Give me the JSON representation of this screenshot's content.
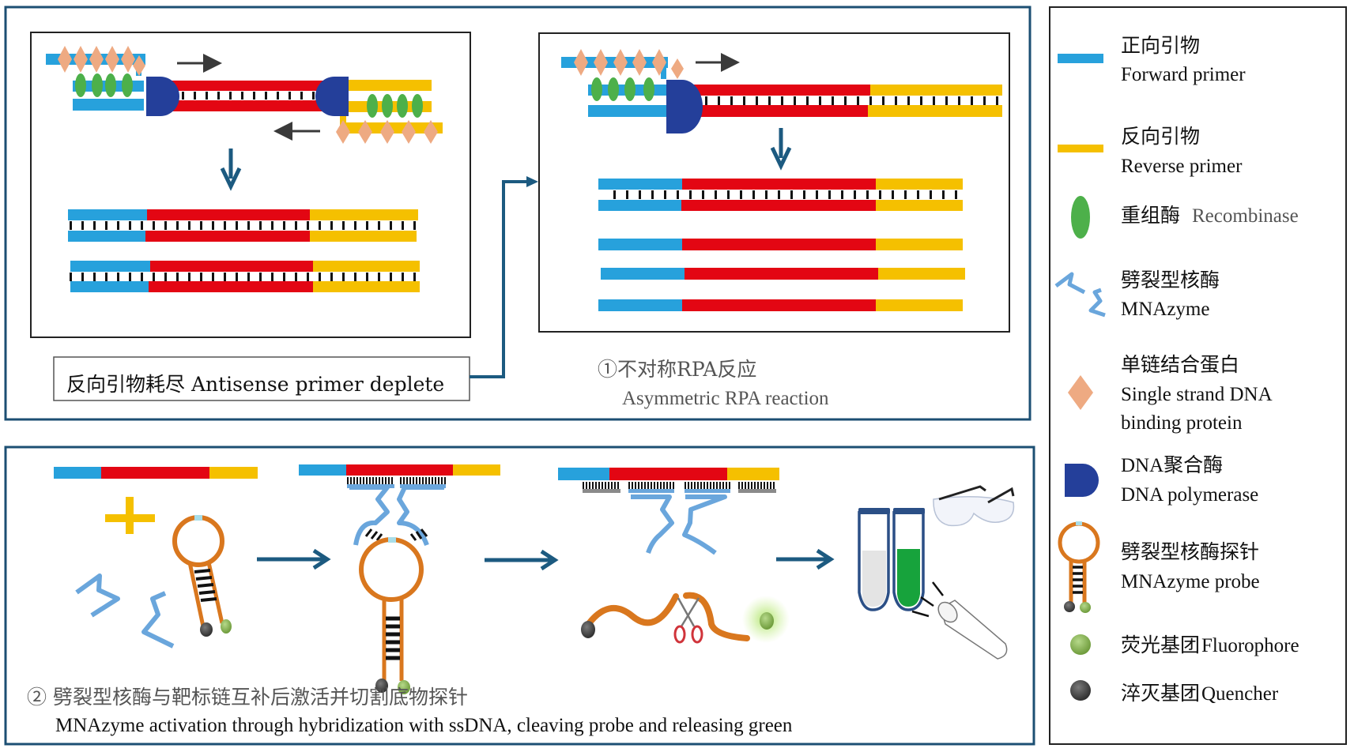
{
  "colors": {
    "frame": "#1c4f73",
    "forward_primer": "#27a1dc",
    "reverse_primer": "#f5c000",
    "target": "#e30613",
    "recombinase": "#4db04a",
    "ssb": "#eeaa82",
    "polymerase": "#243f9a",
    "mnazyme": "#6aa6dc",
    "probe": "#d9771e",
    "fluorophore": "#8cbd55",
    "quencher": "#4d4d4d",
    "arrow": "#1c5a80",
    "green_tube": "#17a33c"
  },
  "panel1": {
    "depletion_label": "反向引物耗尽 Antisense primer deplete",
    "step_title_cn": "①不对称RPA反应",
    "step_title_en": "Asymmetric RPA reaction"
  },
  "panel2": {
    "step_title_cn": "② 劈裂型核酶与靶标链互补后激活并切割底物探针",
    "step_title_en": "MNAzyme activation through hybridization with ssDNA, cleaving probe and releasing green"
  },
  "legend": {
    "items": [
      {
        "icon": "forward-primer-line-icon",
        "label_cn": "正向引物",
        "label_en": "Forward primer"
      },
      {
        "icon": "reverse-primer-line-icon",
        "label_cn": "反向引物",
        "label_en": "Reverse primer"
      },
      {
        "icon": "recombinase-ellipse-icon",
        "label_cn": "重组酶",
        "label_en": "Recombinase"
      },
      {
        "icon": "mnazyme-icon",
        "label_cn": "劈裂型核酶",
        "label_en": "MNAzyme"
      },
      {
        "icon": "ssb-diamond-icon",
        "label_cn": "单链结合蛋白",
        "label_en": "Single strand DNA",
        "label_en2": "binding protein"
      },
      {
        "icon": "polymerase-icon",
        "label_cn": "DNA聚合酶",
        "label_en": "DNA polymerase"
      },
      {
        "icon": "hairpin-probe-icon",
        "label_cn": "劈裂型核酶探针",
        "label_en": "MNAzyme probe"
      },
      {
        "icon": "fluorophore-icon",
        "label_cn": "荧光基团",
        "label_en": "Fluorophore"
      },
      {
        "icon": "quencher-icon",
        "label_cn": "淬灭基团",
        "label_en": "Quencher"
      }
    ]
  }
}
